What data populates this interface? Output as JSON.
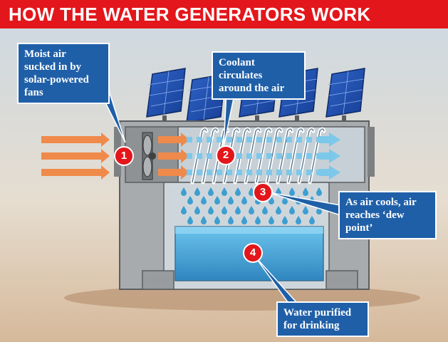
{
  "title": "HOW THE WATER GENERATORS WORK",
  "steps": [
    {
      "number": "1",
      "lines": [
        "Moist air",
        "sucked in by",
        "solar-powered",
        "fans"
      ]
    },
    {
      "number": "2",
      "lines": [
        "Coolant",
        "circulates",
        "around the air"
      ]
    },
    {
      "number": "3",
      "lines": [
        "As air cools, air",
        "reaches ‘dew",
        "point’"
      ]
    },
    {
      "number": "4",
      "lines": [
        "Water purified",
        "for drinking"
      ]
    }
  ],
  "colors": {
    "title_background": "#e3161b",
    "callout_background": "#1f5fa8",
    "step_badge": "#e3161b",
    "intake_arrows": "#f08a4b",
    "output_arrows": "#7cc8ea",
    "water": "#3d9fd1",
    "machine_body": "#a8abad",
    "solar_panel": "#1f4fb0"
  },
  "icons": [
    "fan-icon",
    "solar-panel-icon",
    "coolant-coil-icon",
    "water-droplet-icon",
    "air-arrow-icon"
  ]
}
